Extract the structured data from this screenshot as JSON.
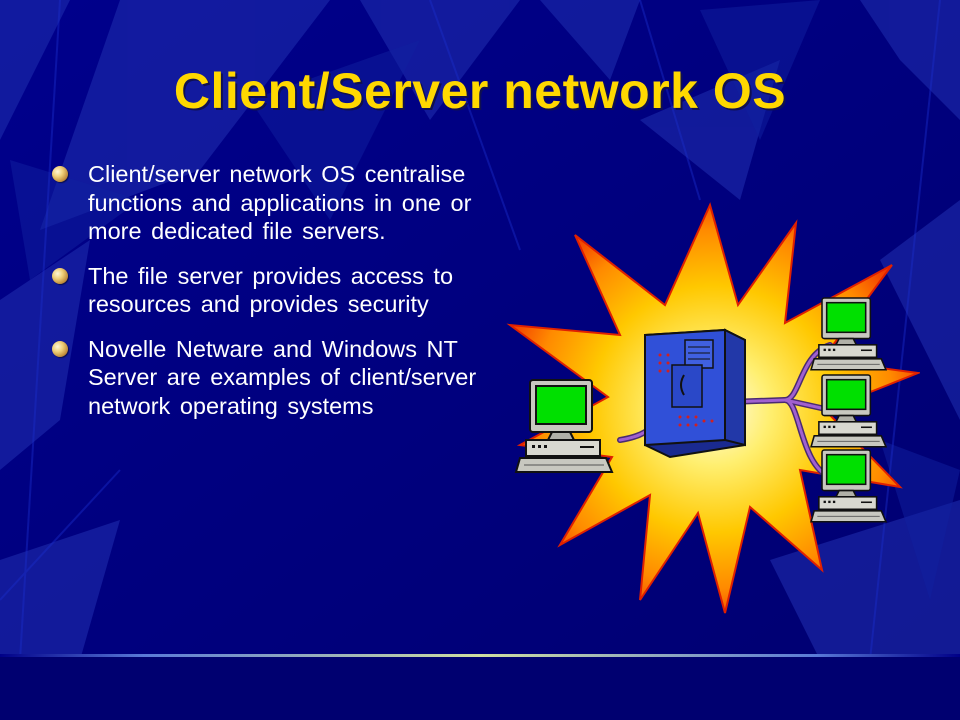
{
  "slide": {
    "title": "Client/Server network OS",
    "bullets": [
      {
        "text": "Client/server network OS centralise functions and applications in one or more dedicated file servers."
      },
      {
        "text": "The file server provides access to resources and provides security"
      },
      {
        "text": "Novelle Netware and Windows NT Server are examples of client/server network operating systems"
      }
    ],
    "illustration": {
      "icons": [
        "starburst-icon",
        "server-tower-icon",
        "client-computer-icon",
        "client-computer-icon",
        "client-computer-icon",
        "client-computer-icon"
      ]
    }
  },
  "colors": {
    "background": "#000088",
    "title": "#ffd800",
    "text": "#ffffff",
    "screen": "#00e000",
    "server": "#3050d8",
    "cable": "#8844aa"
  }
}
